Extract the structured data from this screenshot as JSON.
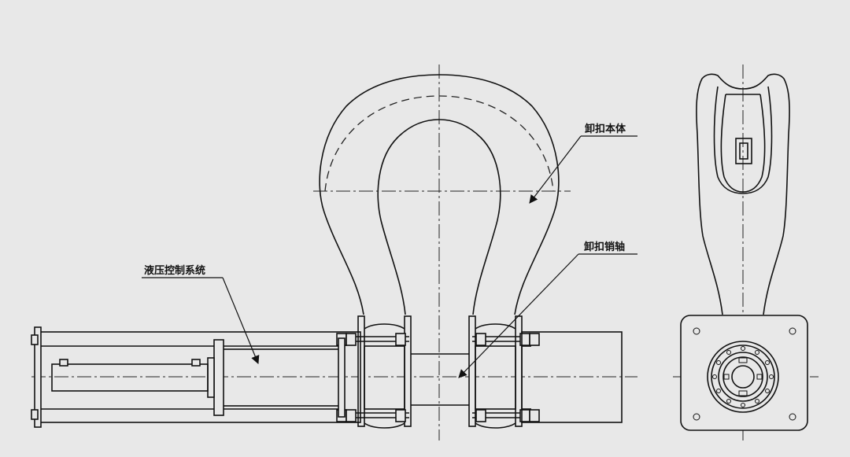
{
  "callouts": {
    "shackle_body": "卸扣本体",
    "shackle_pin": "卸扣销轴",
    "hydraulic_control_system": "液压控制系统"
  },
  "colors": {
    "background": "#e8e8e8",
    "line": "#111111"
  }
}
